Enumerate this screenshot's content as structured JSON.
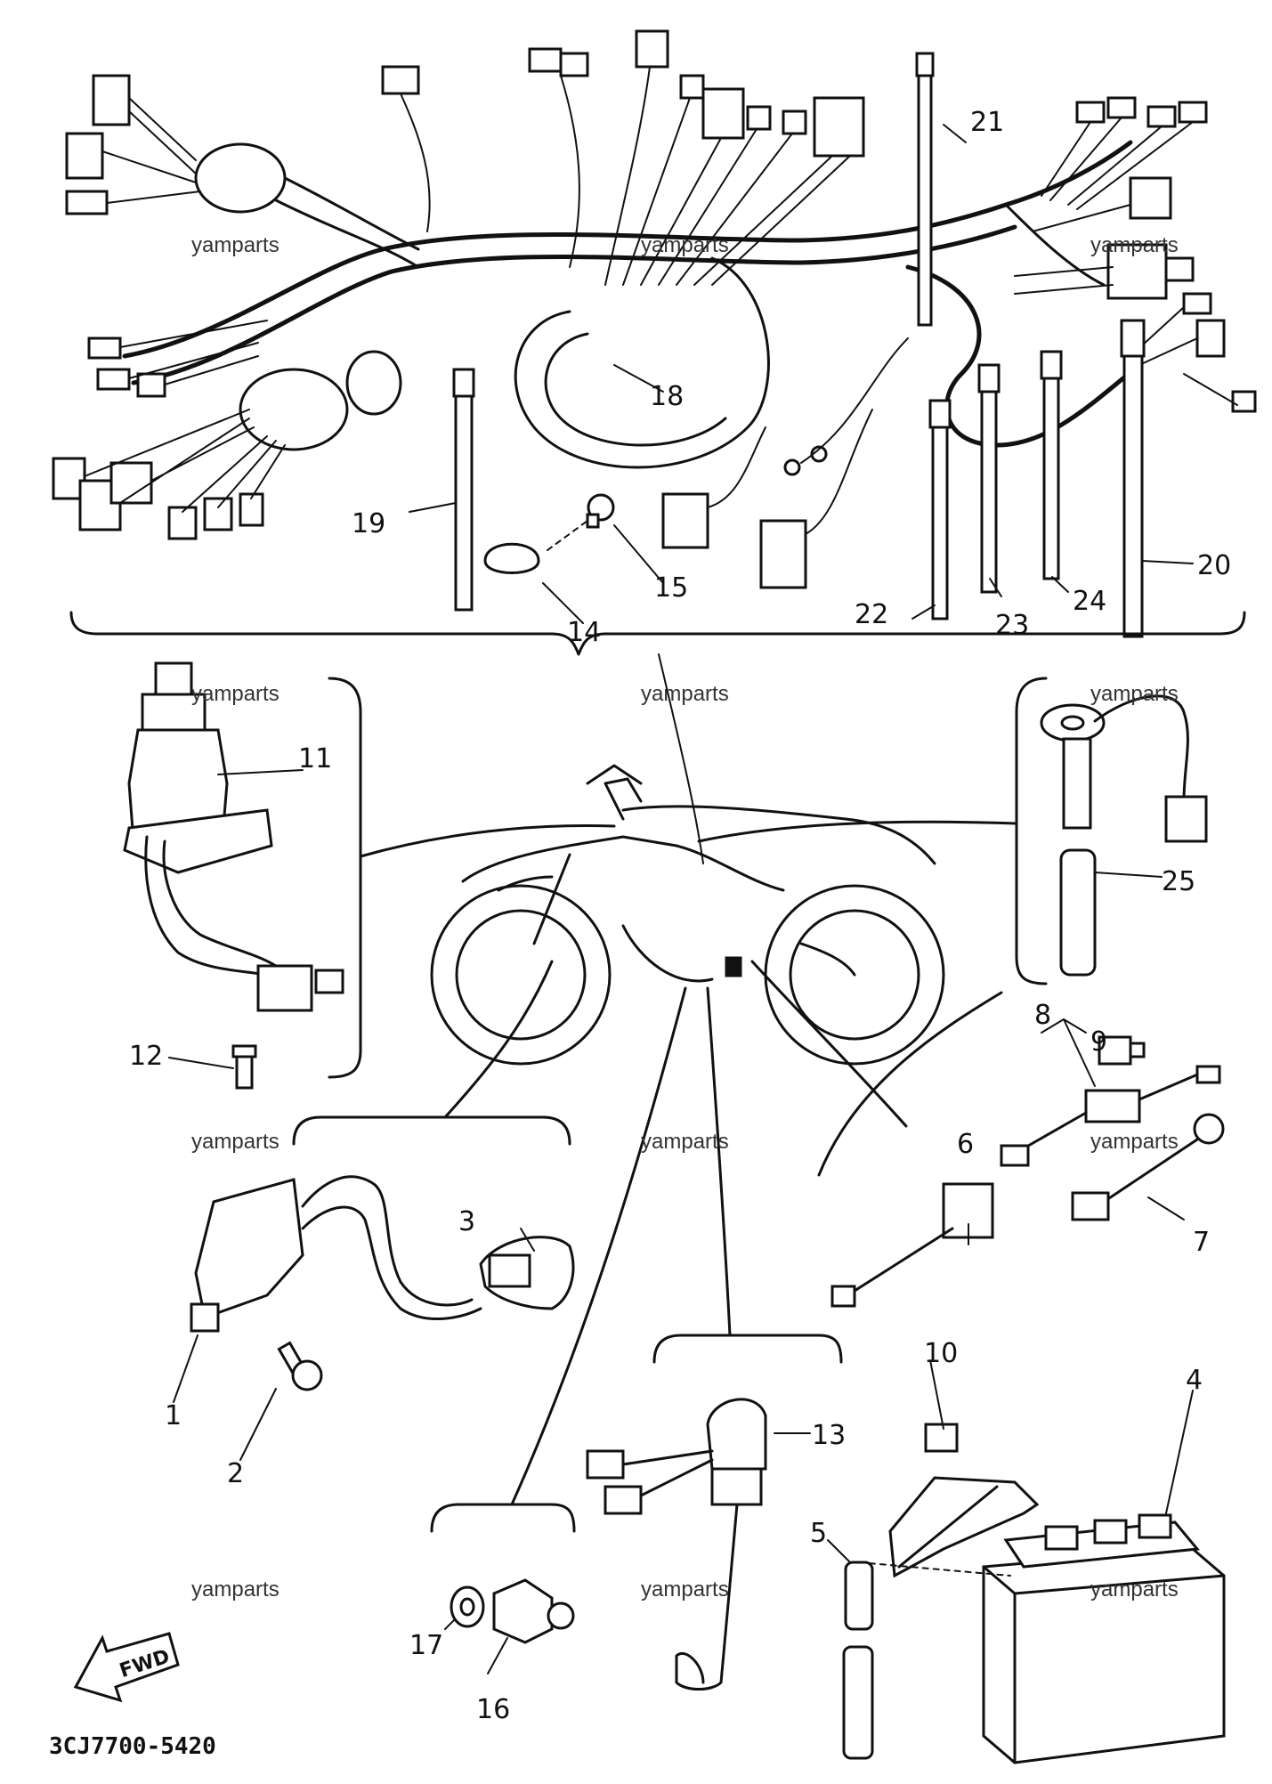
{
  "diagram": {
    "part_code": "3CJ7700-5420",
    "watermark": "yamparts",
    "direction_label": "FWD",
    "callouts": [
      "1",
      "2",
      "3",
      "4",
      "5",
      "6",
      "7",
      "8",
      "9",
      "10",
      "11",
      "12",
      "13",
      "14",
      "15",
      "16",
      "17",
      "18",
      "19",
      "20",
      "21",
      "22",
      "23",
      "24",
      "25"
    ]
  }
}
